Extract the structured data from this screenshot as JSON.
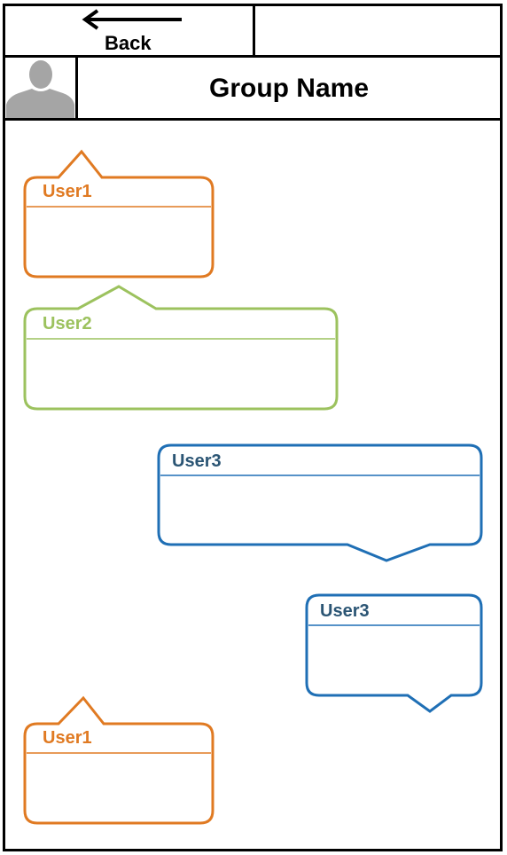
{
  "header": {
    "back_label": "Back",
    "group_name": "Group Name"
  },
  "colors": {
    "user1": "#E07A22",
    "user2": "#9CC25E",
    "user3": "#1F6FB5",
    "user3_text": "#2B5574",
    "avatar": "#A5A5A5"
  },
  "messages": [
    {
      "user": "User1"
    },
    {
      "user": "User2"
    },
    {
      "user": "User3"
    },
    {
      "user": "User3"
    },
    {
      "user": "User1"
    }
  ]
}
